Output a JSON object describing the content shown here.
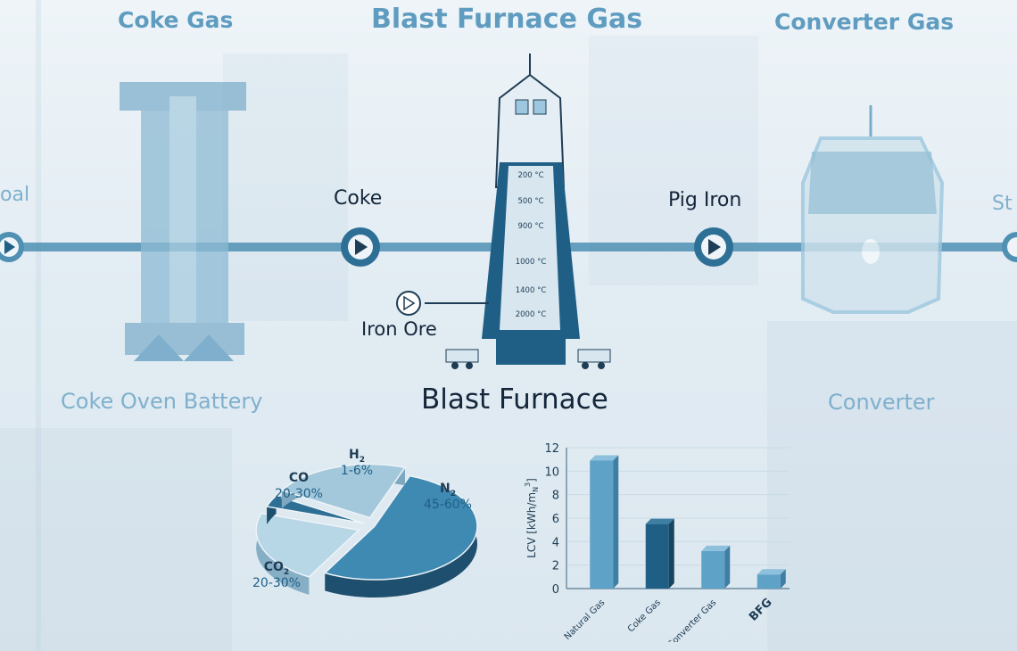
{
  "headings": {
    "coke_gas": "Coke Gas",
    "blast_furnace_gas": "Blast Furnace Gas",
    "converter_gas": "Converter Gas"
  },
  "flow_labels": {
    "coal": "oal",
    "coke": "Coke",
    "pig_iron": "Pig Iron",
    "iron_ore": "Iron Ore",
    "steel": "St"
  },
  "units": {
    "coke_oven_battery": "Coke Oven Battery",
    "blast_furnace": "Blast Furnace",
    "converter": "Converter"
  },
  "furnace_temperatures": [
    "200 °C",
    "500 °C",
    "900 °C",
    "1000 °C",
    "1400 °C",
    "2000 °C"
  ],
  "colors": {
    "heading": "#5f9cc0",
    "flow_line": "#4f90b3",
    "dark_blue": "#1f5f86",
    "mid_blue": "#3f8ab3",
    "light_blue": "#9cc7de"
  },
  "chart_data": [
    {
      "type": "pie",
      "title": "",
      "slices": [
        {
          "label": "N",
          "sub": "2",
          "range": "45-60%",
          "value": 52.5
        },
        {
          "label": "CO",
          "sub": "",
          "range": "20-30%",
          "value": 22
        },
        {
          "label": "H",
          "sub": "2",
          "range": "1-6%",
          "value": 3.5
        },
        {
          "label": "CO",
          "sub": "2",
          "range": "20-30%",
          "value": 22
        }
      ]
    },
    {
      "type": "bar",
      "title": "",
      "categories": [
        "Natural Gas",
        "Coke Gas",
        "Converter Gas",
        "BFG"
      ],
      "values": [
        10.9,
        5.5,
        3.2,
        1.2
      ],
      "ylabel": "LCV [kWh/m",
      "ylabel_sub": "N",
      "ylabel_sup": "3",
      "ylabel_end": "]",
      "ylim": [
        0,
        12
      ],
      "yticks": [
        0,
        2,
        4,
        6,
        8,
        10,
        12
      ],
      "grid": true
    }
  ]
}
